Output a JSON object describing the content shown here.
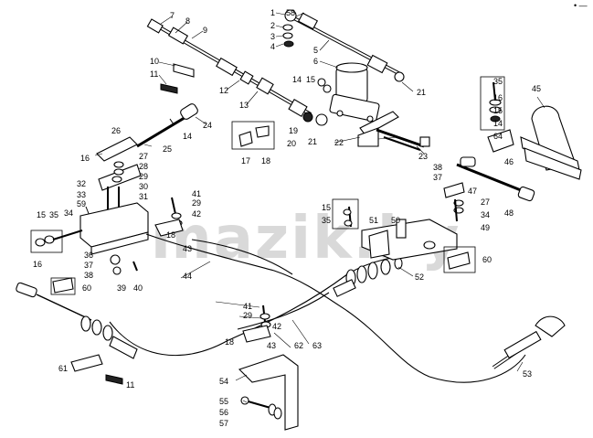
{
  "diagram": {
    "watermark": "mazik.by",
    "corner_mark": "• —",
    "part_numbers": [
      "1",
      "2",
      "3",
      "4",
      "5",
      "6",
      "7",
      "8",
      "9",
      "10",
      "11",
      "11",
      "12",
      "13",
      "14",
      "14",
      "14",
      "15",
      "15",
      "15",
      "15",
      "16",
      "16",
      "16",
      "17",
      "18",
      "18",
      "18",
      "19",
      "20",
      "21",
      "21",
      "22",
      "23",
      "24",
      "25",
      "26",
      "27",
      "27",
      "28",
      "29",
      "29",
      "29",
      "30",
      "31",
      "32",
      "33",
      "34",
      "34",
      "35",
      "35",
      "35",
      "36",
      "37",
      "37",
      "38",
      "38",
      "39",
      "40",
      "41",
      "41",
      "42",
      "42",
      "43",
      "43",
      "44",
      "45",
      "46",
      "47",
      "48",
      "49",
      "50",
      "51",
      "52",
      "53",
      "54",
      "55",
      "56",
      "57",
      "58",
      "59",
      "60",
      "60",
      "61",
      "62",
      "63",
      "64"
    ]
  }
}
